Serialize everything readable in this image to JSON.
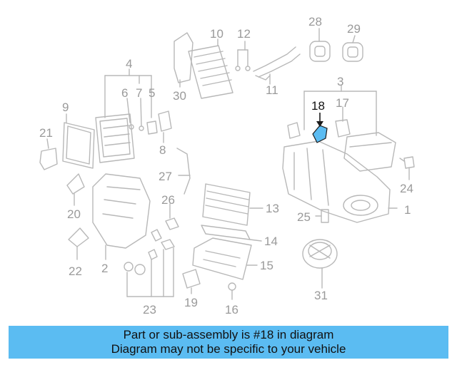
{
  "diagram": {
    "callouts": [
      "1",
      "2",
      "3",
      "4",
      "5",
      "6",
      "7",
      "8",
      "9",
      "10",
      "11",
      "12",
      "13",
      "14",
      "15",
      "16",
      "17",
      "18",
      "19",
      "20",
      "21",
      "22",
      "23",
      "24",
      "25",
      "26",
      "27",
      "28",
      "29",
      "30",
      "31"
    ],
    "highlighted_callout": "18",
    "highlight_color": "#5bbcf2",
    "line_color": "#b8b8b8",
    "label_color": "#9a9a9a"
  },
  "banner": {
    "line1": "Part or sub-assembly is #18 in diagram",
    "line2": "Diagram may not be specific to your vehicle",
    "background": "#5bbcf2"
  }
}
